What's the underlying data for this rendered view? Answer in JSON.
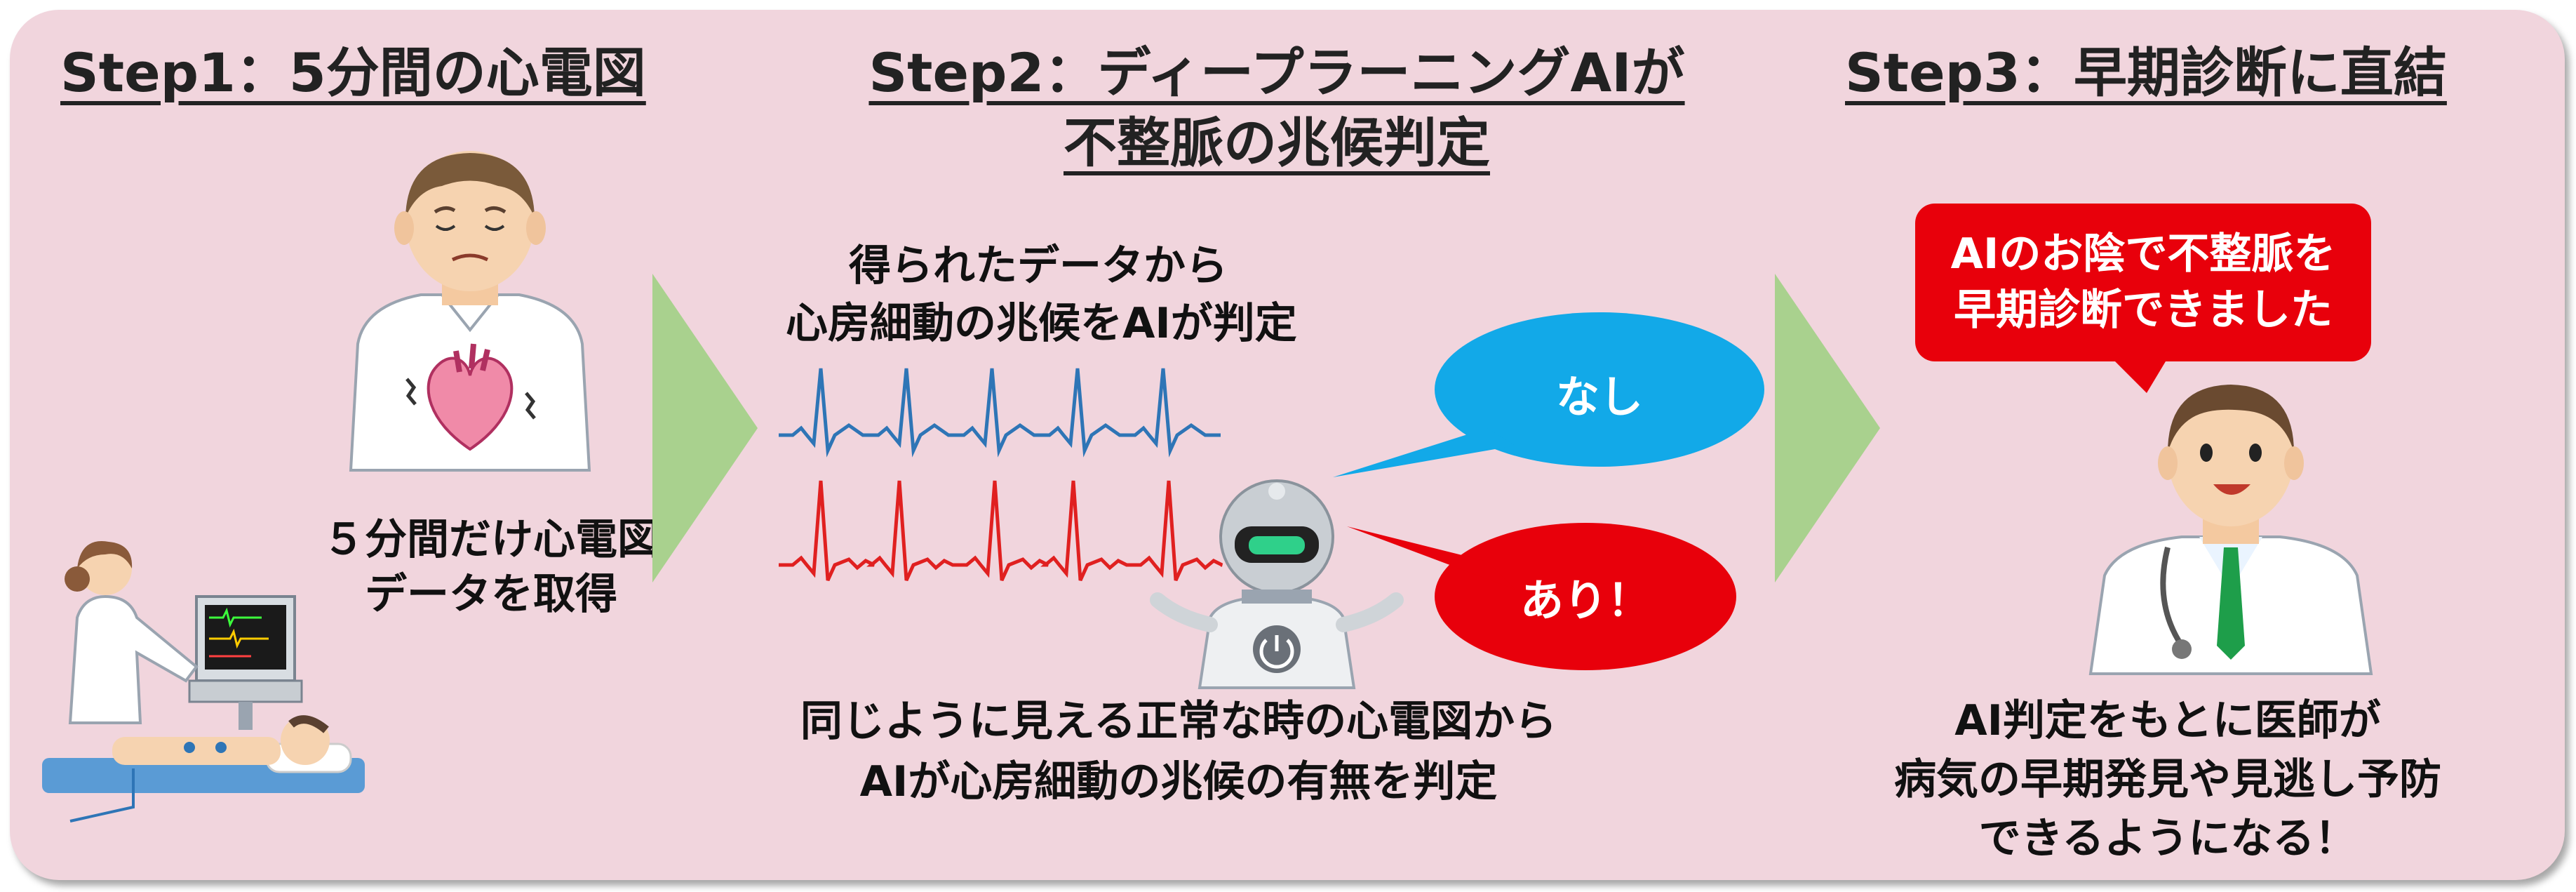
{
  "step1": {
    "title": "Step1：5分間の心電図",
    "caption_lines": [
      "５分間だけ心電図",
      "データを取得"
    ]
  },
  "step2": {
    "title_lines": [
      "Step2：ディープラーニングAIが",
      "不整脈の兆候判定"
    ],
    "top_caption_lines": [
      "得られたデータから",
      "心房細動の兆候をAIが判定"
    ],
    "bubble_none": "なし",
    "bubble_present": "あり！",
    "bottom_caption_lines": [
      "同じように見える正常な時の心電図から",
      "AIが心房細動の兆候の有無を判定"
    ]
  },
  "step3": {
    "title": "Step3：早期診断に直結",
    "callout_lines": [
      "AIのお陰で不整脈を",
      "早期診断できました"
    ],
    "caption_lines": [
      "AI判定をもとに医師が",
      "病気の早期発見や見逃し予防",
      "できるようになる！"
    ]
  },
  "colors": {
    "background_panel": "#f1d5dd",
    "arrow": "#a9d18e",
    "ecg_normal": "#2e75b6",
    "ecg_abnormal": "#e02020",
    "bubble_none": "#12a9e8",
    "bubble_present": "#e8000b",
    "callout": "#e8000b"
  },
  "icons": [
    "worried-patient-icon",
    "heart-icon",
    "nurse-ecg-exam-icon",
    "ai-robot-icon",
    "doctor-icon"
  ]
}
